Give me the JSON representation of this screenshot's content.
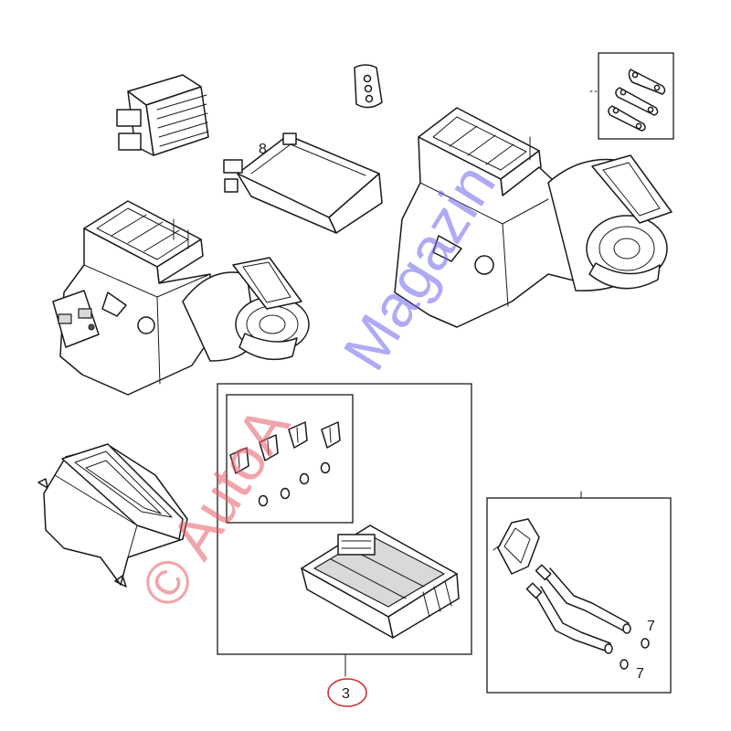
{
  "labels": {
    "part_8": "8",
    "part_3": "3",
    "part_7_upper": "7",
    "part_7_lower": "7"
  },
  "watermark": {
    "left": "© AutoA",
    "right": "Magazin"
  },
  "colors": {
    "line": "#1a1a1a",
    "callout_circle": "#d12b2b",
    "watermark_red": "#e55a64",
    "watermark_blue": "#6e64eb"
  }
}
